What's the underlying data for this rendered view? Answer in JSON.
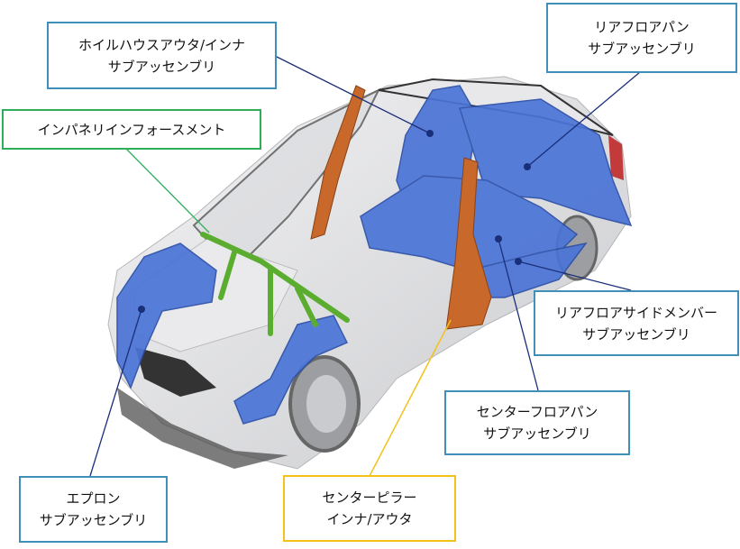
{
  "labels": {
    "wheelhouse": {
      "line1": "ホイルハウスアウタ/インナ",
      "line2": "サブアッセンブリ"
    },
    "rear_floor_pan": {
      "line1": "リアフロアパン",
      "line2": "サブアッセンブリ"
    },
    "instrument_panel": {
      "line1": "インパネリインフォースメント"
    },
    "rear_floor_side_member": {
      "line1": "リアフロアサイドメンバー",
      "line2": "サブアッセンブリ"
    },
    "center_floor_pan": {
      "line1": "センターフロアパン",
      "line2": "サブアッセンブリ"
    },
    "apron": {
      "line1": "エプロン",
      "line2": "サブアッセンブリ"
    },
    "center_pillar": {
      "line1": "センターピラー",
      "line2": "インナ/アウタ"
    }
  },
  "colors": {
    "blue_parts": "#4a74d6",
    "pillar": "#c8682a",
    "reinforcement": "#5aad2e",
    "callout_blue": "#3f8fb8",
    "callout_green": "#2fae5a",
    "callout_yellow": "#f2c21b",
    "leader": "#1a2f7a"
  }
}
